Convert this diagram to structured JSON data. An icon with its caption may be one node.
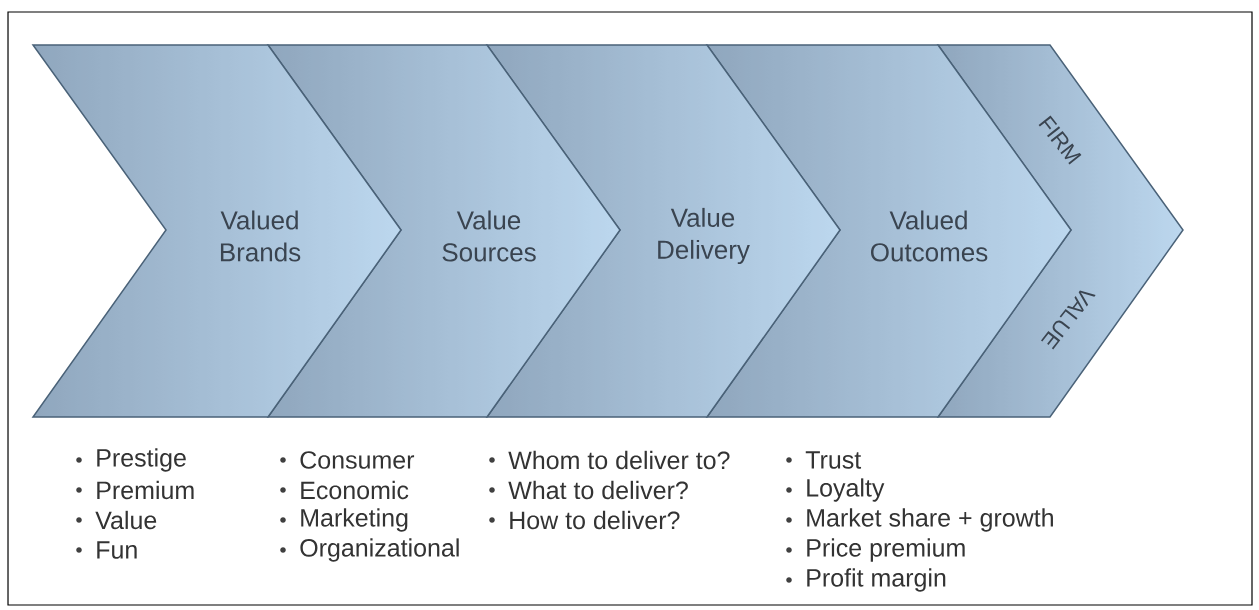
{
  "diagram": {
    "nodes": [
      {
        "text": [
          "Valued Brands"
        ],
        "beside": [
          "Prestige",
          "Premium",
          "Value",
          "Fun"
        ]
      },
      {
        "text": [
          "Value Sources"
        ],
        "beside": [
          "Consumer",
          "Economic",
          "Marketing",
          "Organizational"
        ]
      },
      {
        "text": [
          "Value Delivery"
        ],
        "beside": [
          "Whom to deliver to?",
          "What to deliver?",
          "How to deliver?"
        ]
      },
      {
        "text": [
          "Valued Outcomes"
        ],
        "beside": [
          "Trust",
          "Loyalty",
          "Market share + growth",
          "Price premium",
          "Profit margin"
        ]
      },
      {
        "text": [
          "FIRM",
          "VALUE"
        ]
      }
    ]
  }
}
